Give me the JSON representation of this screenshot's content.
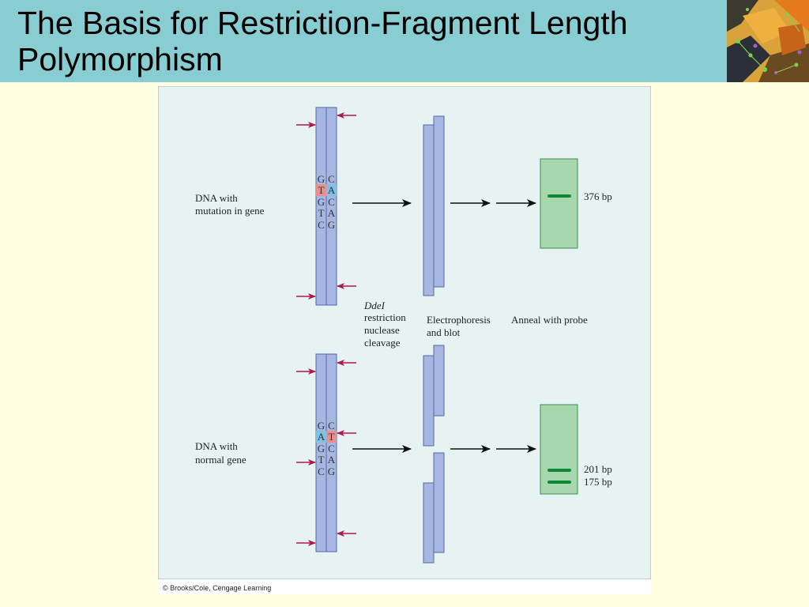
{
  "slide": {
    "title": "The Basis for Restriction-Fragment Length Polymorphism"
  },
  "figure": {
    "colors": {
      "panel": "#E7F3F2",
      "strand": "#A6B8E2",
      "strand_edge": "#5866A8",
      "highlight_t": "#E98F8F",
      "highlight_a": "#7EC1E4",
      "arrow_cut": "#B01848",
      "gel": "#A7D8AD",
      "band": "#10883A"
    },
    "mutation": {
      "label_line1": "DNA with",
      "label_line2": "mutation in gene",
      "left_bases": [
        "G",
        "T",
        "G",
        "T",
        "C"
      ],
      "right_bases": [
        "C",
        "A",
        "C",
        "A",
        "G"
      ],
      "band_labels": [
        "376 bp"
      ]
    },
    "normal": {
      "label_line1": "DNA with",
      "label_line2": "normal gene",
      "left_bases": [
        "G",
        "A",
        "G",
        "T",
        "C"
      ],
      "right_bases": [
        "C",
        "T",
        "C",
        "A",
        "G"
      ],
      "band_labels": [
        "201 bp",
        "175 bp"
      ]
    },
    "steps": {
      "enzyme_name": "DdeI",
      "enzyme_line2": "restriction",
      "enzyme_line3": "nuclease",
      "enzyme_line4": "cleavage",
      "electro_line1": "Electrophoresis",
      "electro_line2": "and blot",
      "anneal": "Anneal with probe"
    },
    "credit": "© Brooks/Cole, Cengage Learning"
  }
}
